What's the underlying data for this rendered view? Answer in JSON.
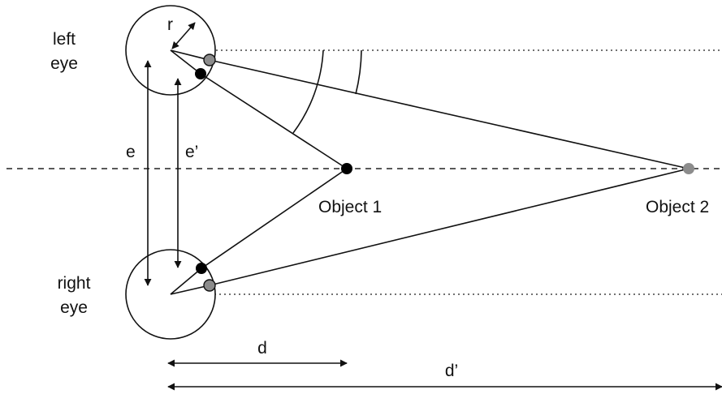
{
  "labels": {
    "left_eye_line1": "left",
    "left_eye_line2": "eye",
    "right_eye_line1": "right",
    "right_eye_line2": "eye",
    "radius": "r",
    "eye_separation": "e",
    "retinal_separation": "e’",
    "object_1": "Object 1",
    "object_2": "Object 2",
    "distance_1": "d",
    "distance_2": "d’"
  },
  "colors": {
    "line": "#111111",
    "object_1_point": "#000000",
    "object_2_point": "#8c8c8c"
  }
}
